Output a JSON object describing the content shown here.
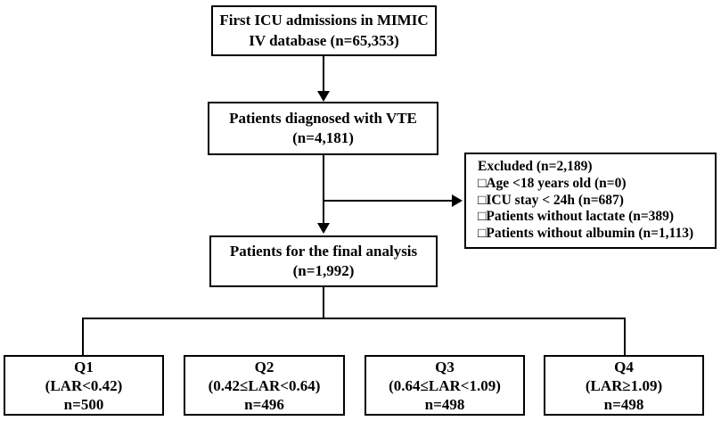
{
  "flowchart": {
    "admissions": {
      "line1": "First ICU admissions in MIMIC",
      "line2": "IV database (n=65,353)"
    },
    "vte": {
      "line1": "Patients diagnosed with VTE",
      "line2": "(n=4,181)"
    },
    "excluded": {
      "title": "Excluded (n=2,189)",
      "items": [
        "□Age <18 years old (n=0)",
        "□ICU stay < 24h (n=687)",
        "□Patients without lactate (n=389)",
        "□Patients without albumin (n=1,113)"
      ]
    },
    "final": {
      "line1": "Patients for the final analysis",
      "line2": "(n=1,992)"
    },
    "quartiles": [
      {
        "label": "Q1",
        "range": "(LAR<0.42)",
        "n": "n=500"
      },
      {
        "label": "Q2",
        "range": "(0.42≤LAR<0.64)",
        "n": "n=496"
      },
      {
        "label": "Q3",
        "range": "(0.64≤LAR<1.09)",
        "n": "n=498"
      },
      {
        "label": "Q4",
        "range": "(LAR≥1.09)",
        "n": "n=498"
      }
    ],
    "colors": {
      "line": "#000000",
      "box_border": "#000000",
      "background": "#ffffff"
    }
  }
}
